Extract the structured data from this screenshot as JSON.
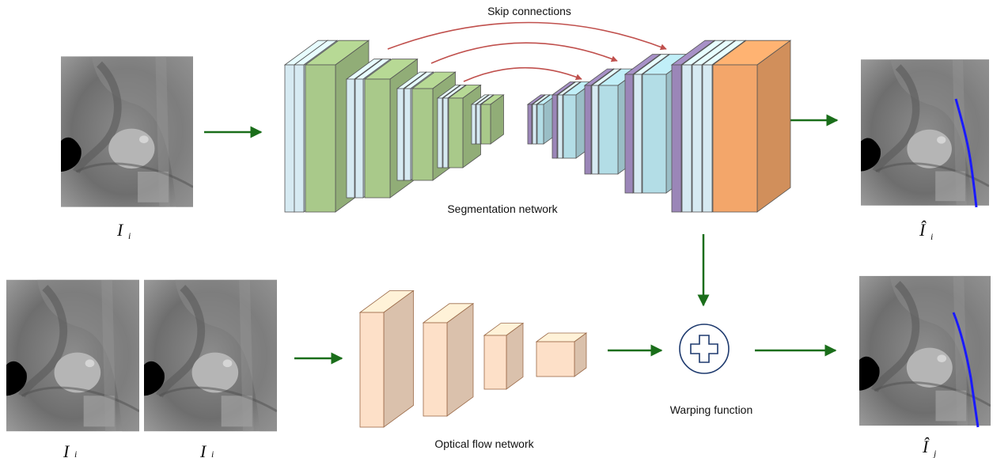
{
  "labels": {
    "skip_connections": "Skip connections",
    "segmentation_network": "Segmentation network",
    "optical_flow_network": "Optical flow network",
    "warping_function": "Warping function"
  },
  "symbols": {
    "input_top": {
      "base": "I",
      "sub": "i"
    },
    "output_top": {
      "base": "Î",
      "sub": "i"
    },
    "input_pair_left": {
      "base": "I",
      "sub": "i"
    },
    "input_pair_right": {
      "base": "I",
      "sub": "i"
    },
    "output_bottom": {
      "base": "Î",
      "sub": "j"
    }
  },
  "colors": {
    "arrow_green": "#1a6e1a",
    "skip_arrow_red": "#c0504d",
    "encoder_green": "#a9c98a",
    "layer_blue": "#d6eaf2",
    "decoder_purple": "#9b86b8",
    "decoder_cyan": "#b3dde6",
    "output_orange": "#f3a66a",
    "flow_peach": "#fde0c8",
    "segmentation_blue": "#1a1aff"
  },
  "icons": {
    "warp": "plus-in-circle-icon"
  }
}
